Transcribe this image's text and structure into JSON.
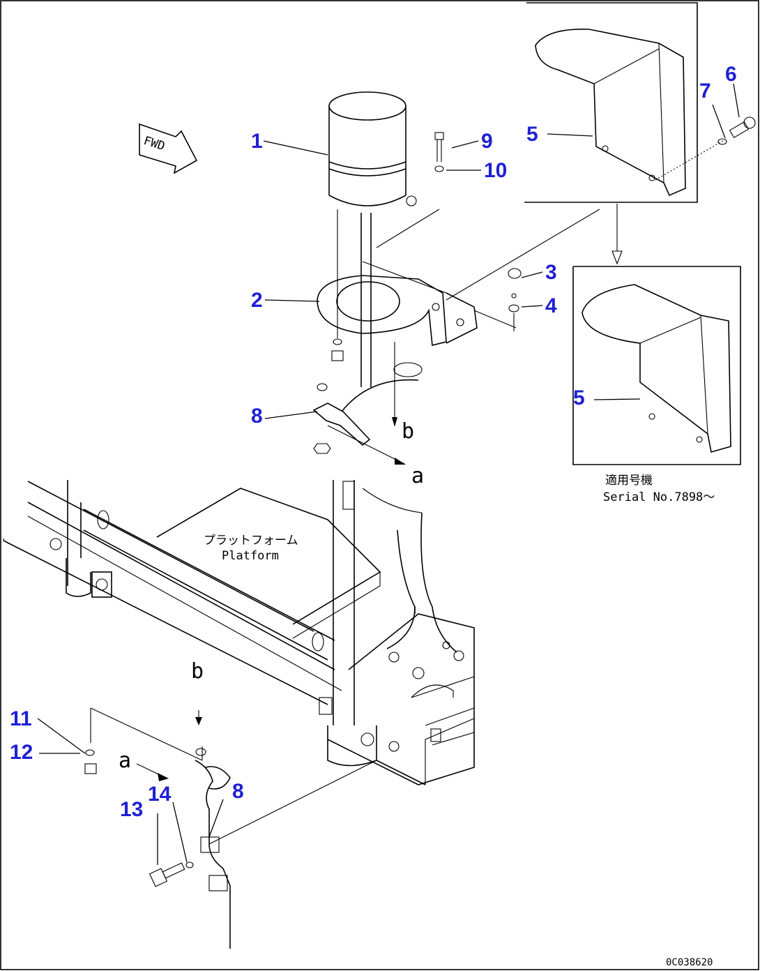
{
  "accent_color": "#1f1fd6",
  "callouts": [
    {
      "id": "c1",
      "label": "1"
    },
    {
      "id": "c2",
      "label": "2"
    },
    {
      "id": "c3",
      "label": "3"
    },
    {
      "id": "c4",
      "label": "4"
    },
    {
      "id": "c5a",
      "label": "5"
    },
    {
      "id": "c5b",
      "label": "5"
    },
    {
      "id": "c6",
      "label": "6"
    },
    {
      "id": "c7",
      "label": "7"
    },
    {
      "id": "c8a",
      "label": "8"
    },
    {
      "id": "c8b",
      "label": "8"
    },
    {
      "id": "c9",
      "label": "9"
    },
    {
      "id": "c10",
      "label": "10"
    },
    {
      "id": "c11",
      "label": "11"
    },
    {
      "id": "c12",
      "label": "12"
    },
    {
      "id": "c13",
      "label": "13"
    },
    {
      "id": "c14",
      "label": "14"
    }
  ],
  "markers": {
    "a_upper": "a",
    "b_upper": "b",
    "a_lower": "a",
    "b_lower": "b"
  },
  "fwd_label": "FWD",
  "platform_label_jp": "プラットフォーム",
  "platform_label_en": "Platform",
  "applicable_jp": "適用号機",
  "serial_note": "Serial No.7898～",
  "drawing_code": "0C038620"
}
